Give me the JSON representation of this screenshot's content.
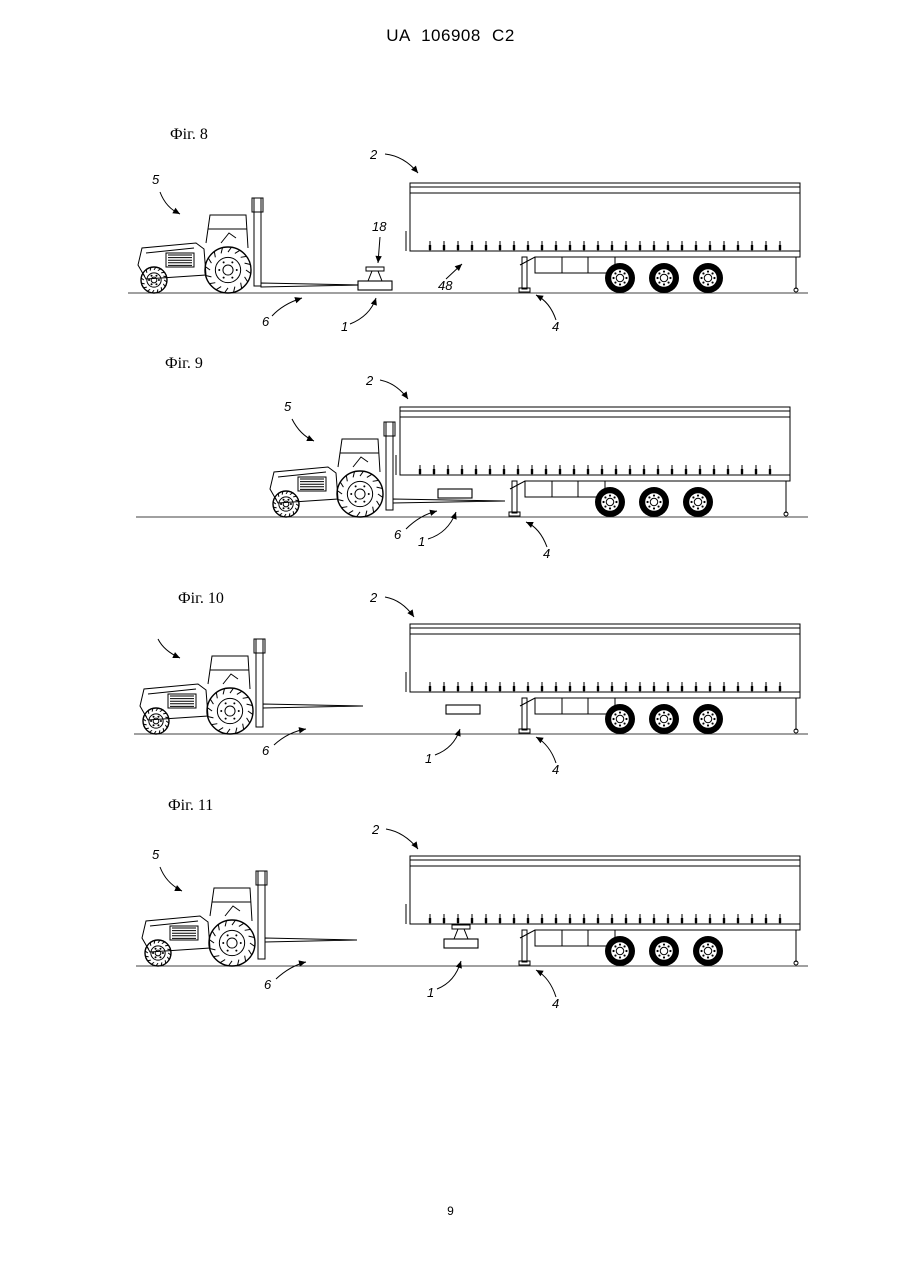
{
  "document": {
    "header": "UA 106908 C2",
    "page_number": "9"
  },
  "figures": [
    {
      "title": "Фіг. 8",
      "labels": {
        "trailer": "2",
        "loader": "5",
        "forks": "6",
        "platform": "1",
        "leg": "4",
        "top_part": "18",
        "rail": "48"
      }
    },
    {
      "title": "Фіг. 9",
      "labels": {
        "trailer": "2",
        "loader": "5",
        "forks": "6",
        "platform": "1",
        "leg": "4"
      }
    },
    {
      "title": "Фіг. 10",
      "labels": {
        "trailer": "2",
        "forks": "6",
        "platform": "1",
        "leg": "4"
      }
    },
    {
      "title": "Фіг. 11",
      "labels": {
        "trailer": "2",
        "loader": "5",
        "forks": "6",
        "platform": "1",
        "leg": "4"
      }
    }
  ]
}
